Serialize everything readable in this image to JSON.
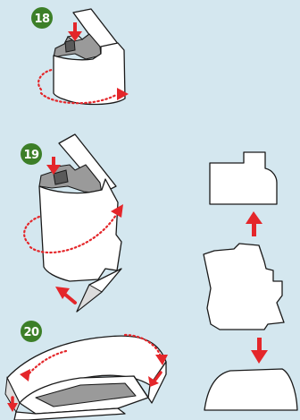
{
  "steps": [
    {
      "number": "18"
    },
    {
      "number": "19"
    },
    {
      "number": "20"
    }
  ],
  "colors": {
    "background": "#d4e7ef",
    "badge": "#3c7f28",
    "arrow": "#e4262a",
    "paper": "#ffffff",
    "shadow": "#9a9a9a",
    "outline": "#1a1a1a"
  }
}
